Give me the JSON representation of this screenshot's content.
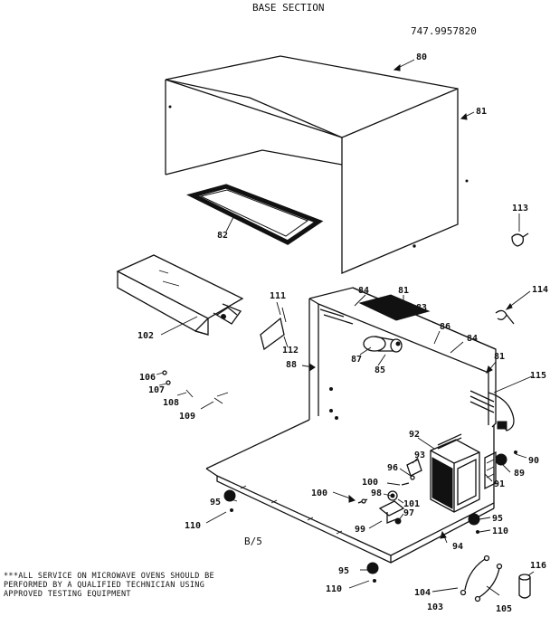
{
  "header": {
    "title": "BASE SECTION",
    "model_number": "747.9957820"
  },
  "page_mark": "B/5",
  "footnote": {
    "line1": "***ALL SERVICE ON MICROWAVE OVENS SHOULD BE",
    "line2": "PERFORMED BY A QUALIFIED TECHNICIAN USING",
    "line3": "APPROVED TESTING EQUIPMENT"
  },
  "callouts": [
    {
      "id": "80",
      "text": "80"
    },
    {
      "id": "81a",
      "text": "81"
    },
    {
      "id": "82",
      "text": "82"
    },
    {
      "id": "113",
      "text": "113"
    },
    {
      "id": "114",
      "text": "114"
    },
    {
      "id": "111",
      "text": "111"
    },
    {
      "id": "84a",
      "text": "84"
    },
    {
      "id": "81b",
      "text": "81"
    },
    {
      "id": "83",
      "text": "83"
    },
    {
      "id": "102",
      "text": "102"
    },
    {
      "id": "112",
      "text": "112"
    },
    {
      "id": "86",
      "text": "86"
    },
    {
      "id": "84b",
      "text": "84"
    },
    {
      "id": "87",
      "text": "87"
    },
    {
      "id": "88",
      "text": "88"
    },
    {
      "id": "85",
      "text": "85"
    },
    {
      "id": "81c",
      "text": "81"
    },
    {
      "id": "115",
      "text": "115"
    },
    {
      "id": "106",
      "text": "106"
    },
    {
      "id": "107",
      "text": "107"
    },
    {
      "id": "108",
      "text": "108"
    },
    {
      "id": "109",
      "text": "109"
    },
    {
      "id": "92",
      "text": "92"
    },
    {
      "id": "90",
      "text": "90"
    },
    {
      "id": "93",
      "text": "93"
    },
    {
      "id": "89",
      "text": "89"
    },
    {
      "id": "96",
      "text": "96"
    },
    {
      "id": "91",
      "text": "91"
    },
    {
      "id": "100a",
      "text": "100"
    },
    {
      "id": "98",
      "text": "98"
    },
    {
      "id": "100b",
      "text": "100"
    },
    {
      "id": "101",
      "text": "101"
    },
    {
      "id": "97",
      "text": "97"
    },
    {
      "id": "95a",
      "text": "95"
    },
    {
      "id": "95b",
      "text": "95"
    },
    {
      "id": "110a",
      "text": "110"
    },
    {
      "id": "99",
      "text": "99"
    },
    {
      "id": "110b",
      "text": "110"
    },
    {
      "id": "94",
      "text": "94"
    },
    {
      "id": "95c",
      "text": "95"
    },
    {
      "id": "116",
      "text": "116"
    },
    {
      "id": "110c",
      "text": "110"
    },
    {
      "id": "104",
      "text": "104"
    },
    {
      "id": "103",
      "text": "103"
    },
    {
      "id": "105",
      "text": "105"
    }
  ]
}
